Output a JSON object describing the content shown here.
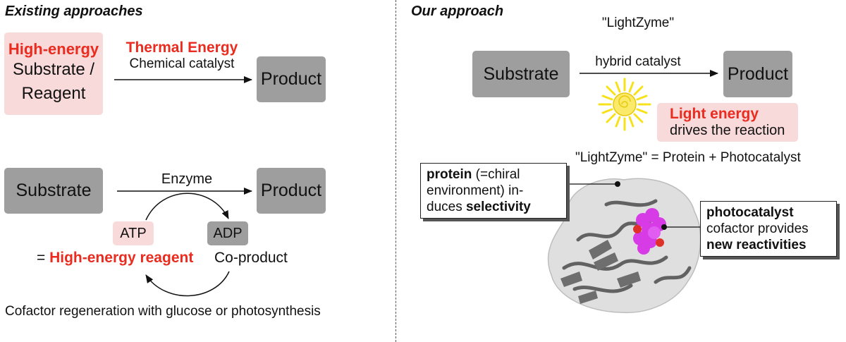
{
  "left": {
    "heading": "Existing approaches",
    "top": {
      "reagent_line1": "High-energy",
      "reagent_line2": "Substrate /",
      "reagent_line3": "Reagent",
      "arrow_label_top": "Thermal Energy",
      "arrow_label_bottom": "Chemical catalyst",
      "product": "Product"
    },
    "bottom": {
      "substrate": "Substrate",
      "enzyme": "Enzyme",
      "product": "Product",
      "atp": "ATP",
      "adp": "ADP",
      "eq_prefix": "= ",
      "eq_reagent": "High-energy reagent",
      "coproduct": "Co-product",
      "regeneration": "Cofactor regeneration with glucose or photosynthesis"
    }
  },
  "right": {
    "heading": "Our approach",
    "substrate": "Substrate",
    "catalyst_line1": "\"LightZyme\"",
    "catalyst_line2": "hybrid catalyst",
    "product": "Product",
    "light_line1": "Light energy",
    "light_line2": "drives the reaction",
    "lightzyme_eq": "\"LightZyme\" = Protein + Photocatalyst",
    "protein_callout": {
      "bold1": "protein",
      "rest1": " (=chiral",
      "line2": "environment) in-",
      "line3a": "duces ",
      "bold3": "selectivity"
    },
    "photo_callout": {
      "line1": "photocatalyst",
      "line2": "cofactor provides",
      "line3": "new reactivities"
    }
  },
  "colors": {
    "accent_red": "#ea2b1f",
    "gray_box": "#9e9e9e",
    "pink_box": "#f9dada",
    "sun_yellow": "#f5e21b",
    "photocatalyst_magenta": "#d63be6"
  },
  "icons": [
    "sun-icon",
    "protein-structure-icon",
    "arrow-icon",
    "cycle-arrow-icon"
  ]
}
